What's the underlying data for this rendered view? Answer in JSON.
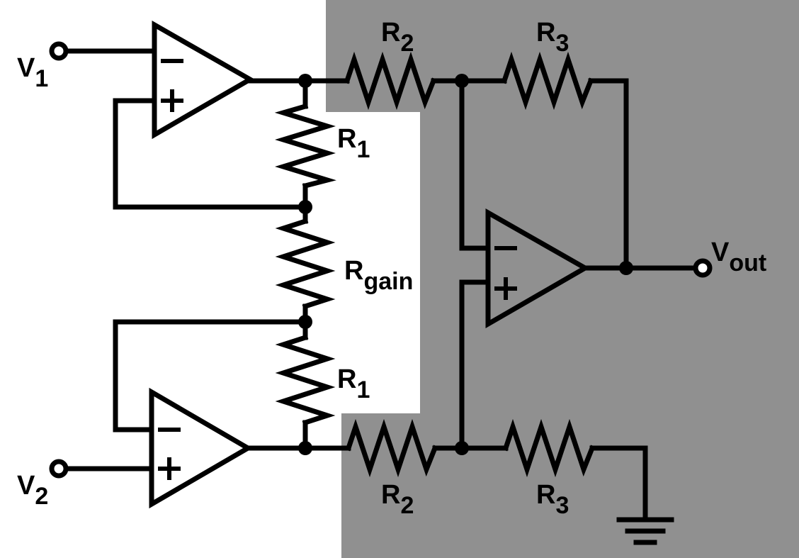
{
  "diagram": {
    "background_color": "#ffffff",
    "shade_color": "#909090",
    "line_color": "#000000"
  },
  "labels": {
    "v1": {
      "main": "V",
      "sub": "1"
    },
    "v2": {
      "main": "V",
      "sub": "2"
    },
    "vout": {
      "main": "V",
      "sub": "out"
    },
    "r1_top": {
      "main": "R",
      "sub": "1"
    },
    "r1_bottom": {
      "main": "R",
      "sub": "1"
    },
    "rgain": {
      "main": "R",
      "sub": "gain"
    },
    "r2_top": {
      "main": "R",
      "sub": "2"
    },
    "r2_bottom": {
      "main": "R",
      "sub": "2"
    },
    "r3_top": {
      "main": "R",
      "sub": "3"
    },
    "r3_bottom": {
      "main": "R",
      "sub": "3"
    }
  },
  "opamp_signs": {
    "minus": "−",
    "plus": "+"
  }
}
